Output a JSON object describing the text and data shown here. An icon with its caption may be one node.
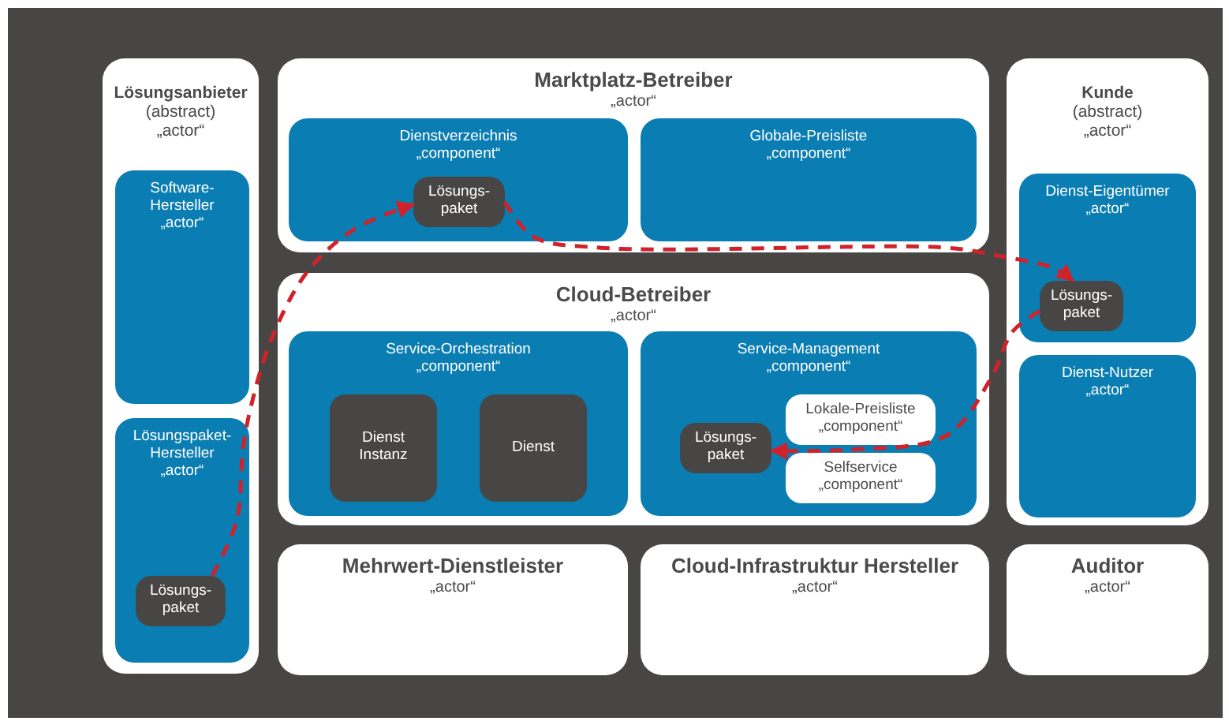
{
  "diagram": {
    "nodes": [
      {
        "text": [
          "Lösungsanbieter",
          "(abstract)",
          "„actor“"
        ]
      },
      {
        "text": [
          "Software-Hersteller",
          "„actor“"
        ],
        "in": 0
      },
      {
        "text": [
          "Lösungspaket-Hersteller",
          "„actor“"
        ],
        "in": 0
      },
      {
        "text": [
          "Lösungs-paket"
        ],
        "in": 2
      },
      {
        "text": [
          "Marktplatz-Betreiber",
          "„actor“"
        ]
      },
      {
        "text": [
          "Dienstverzeichnis",
          "„component“"
        ],
        "in": 4
      },
      {
        "text": [
          "Lösungs-paket"
        ],
        "in": 5
      },
      {
        "text": [
          "Globale-Preisliste",
          "„component“"
        ],
        "in": 4
      },
      {
        "text": [
          "Cloud-Betreiber",
          "„actor“"
        ]
      },
      {
        "text": [
          "Service-Orchestration",
          "„component“"
        ],
        "in": 8
      },
      {
        "text": [
          "Dienst Instanz"
        ],
        "in": 9
      },
      {
        "text": [
          "Dienst"
        ],
        "in": 9
      },
      {
        "text": [
          "Service-Management",
          "„component“"
        ],
        "in": 8
      },
      {
        "text": [
          "Lösungs-paket"
        ],
        "in": 12
      },
      {
        "text": [
          "Lokale-Preisliste",
          "„component“"
        ],
        "in": 12
      },
      {
        "text": [
          "Selfservice",
          "„component“"
        ],
        "in": 12
      },
      {
        "text": [
          "Kunde",
          "(abstract)",
          "„actor“"
        ]
      },
      {
        "text": [
          "Dienst-Eigentümer",
          "„actor“"
        ],
        "in": 16
      },
      {
        "text": [
          "Lösungs-paket"
        ],
        "in": 17
      },
      {
        "text": [
          "Dienst-Nutzer",
          "„actor“"
        ],
        "in": 16
      },
      {
        "text": [
          "Mehrwert-Dienstleister",
          "„actor“"
        ]
      },
      {
        "text": [
          "Cloud-Infrastruktur Hersteller",
          "„actor“"
        ]
      },
      {
        "text": [
          "Auditor",
          "„actor“"
        ]
      }
    ],
    "edges": [
      {
        "from": 3,
        "to": 6,
        "arrow": "to",
        "style": "dashed"
      },
      {
        "from": 6,
        "to": 18,
        "arrow": "to",
        "style": "dashed"
      },
      {
        "from": 18,
        "to": 13,
        "arrow": "to",
        "style": "dashed"
      }
    ]
  }
}
